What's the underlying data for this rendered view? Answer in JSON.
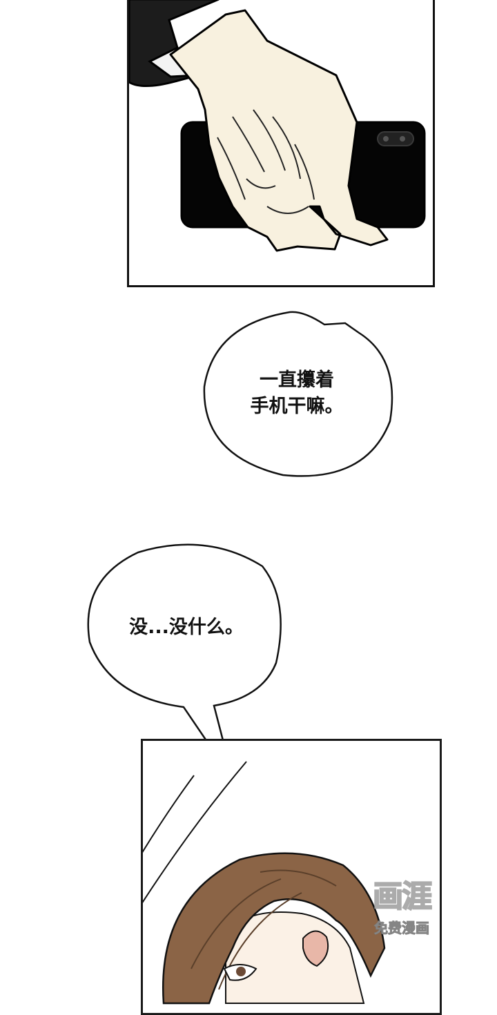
{
  "bubbles": [
    {
      "lines": [
        "一直攥着",
        "手机干嘛。"
      ]
    },
    {
      "lines": [
        "没...没什么。"
      ]
    }
  ],
  "watermark": {
    "logo": "画涯",
    "text": "免费漫画"
  }
}
